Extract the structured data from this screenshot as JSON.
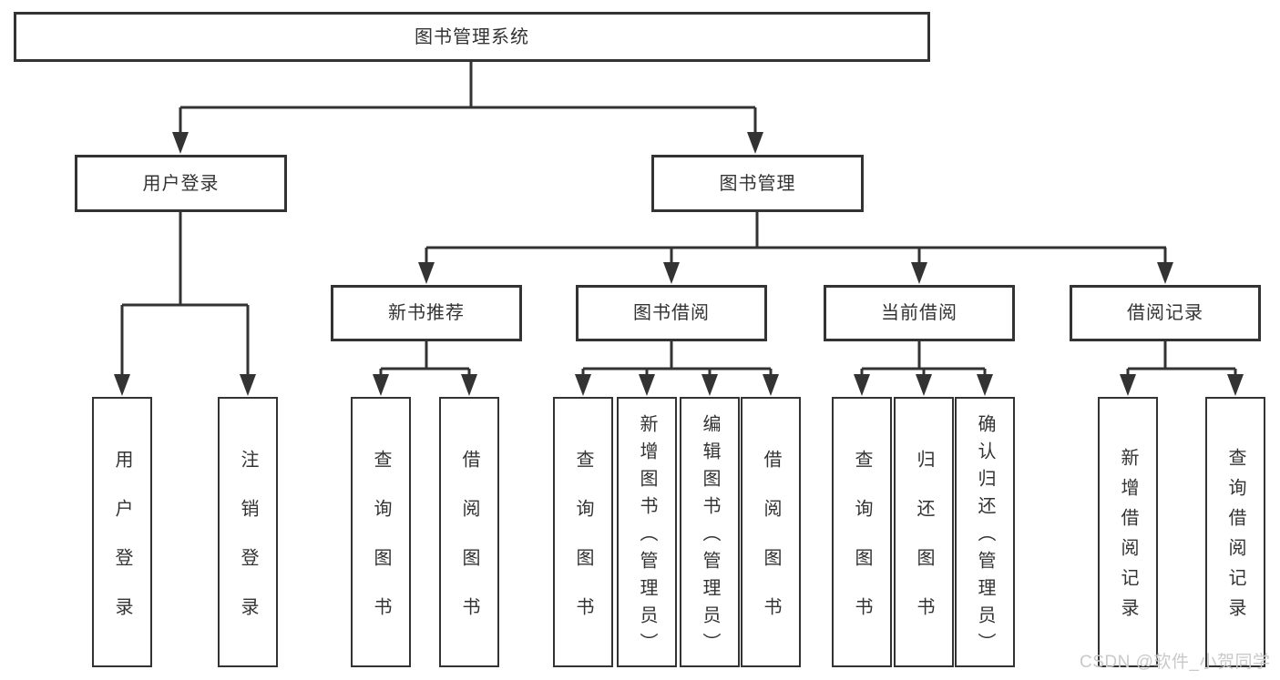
{
  "diagram": {
    "root": "图书管理系统",
    "level2": [
      "用户登录",
      "图书管理"
    ],
    "level3": [
      "新书推荐",
      "图书借阅",
      "当前借阅",
      "借阅记录"
    ],
    "leaves": [
      "用户登录",
      "注销登录",
      "查询图书",
      "借阅图书",
      "查询图书",
      "新增图书（管理员）",
      "编辑图书（管理员）",
      "借阅图书",
      "查询图书",
      "归还图书",
      "确认归还（管理员）",
      "新增借阅记录",
      "查询借阅记录"
    ],
    "colors": {
      "line": "#333333",
      "text": "#333333",
      "box_fill": "#ffffff",
      "background": "#ffffff",
      "watermark": "#c9c9c9"
    }
  },
  "watermark": {
    "text": "CSDN @软件_小贺同学"
  }
}
